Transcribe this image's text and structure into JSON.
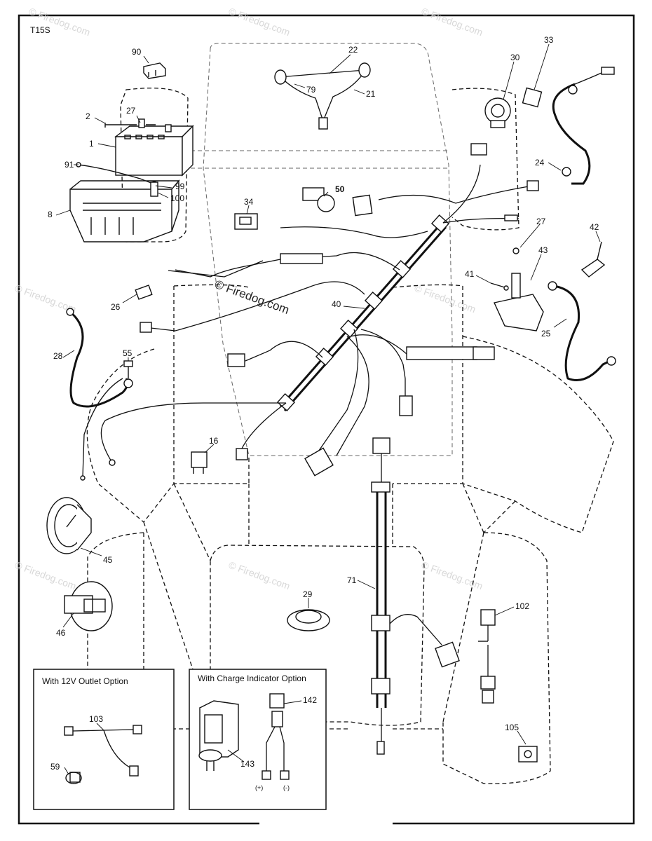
{
  "diagram_code": "T15S",
  "watermark": {
    "text": "© Firedog.com",
    "main_text": "© Firedog.com"
  },
  "callouts": [
    "90",
    "2",
    "27",
    "1",
    "91",
    "99",
    "100",
    "8",
    "22",
    "79",
    "21",
    "50",
    "34",
    "30",
    "33",
    "24",
    "27",
    "42",
    "43",
    "41",
    "25",
    "26",
    "28",
    "55",
    "40",
    "16",
    "45",
    "46",
    "71",
    "29",
    "102",
    "105",
    "103",
    "59",
    "142",
    "143"
  ],
  "options": {
    "outlet_title": "With 12V Outlet Option",
    "charge_title": "With Charge Indicator Option",
    "plus": "(+)",
    "minus": "(-)"
  },
  "colors": {
    "line": "#111111",
    "background": "#ffffff",
    "watermark": "#d8d8d8"
  }
}
